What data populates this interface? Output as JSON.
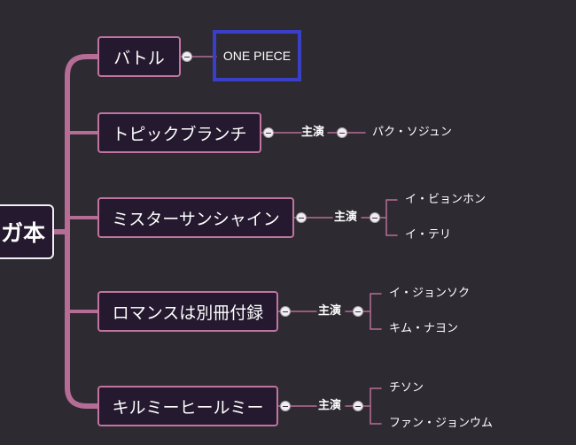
{
  "colors": {
    "background": "#2e2a32",
    "node_fill": "#24192e",
    "branch": "#c0749f",
    "connector": "#b56d96",
    "selection": "#3a3fc8"
  },
  "root": {
    "label": "ガ本"
  },
  "branches": [
    {
      "label": "バトル",
      "child": "ONE PIECE"
    },
    {
      "label": "トピックブランチ",
      "role": "主演",
      "cast": [
        "パク・ソジュン"
      ]
    },
    {
      "label": "ミスターサンシャイン",
      "role": "主演",
      "cast": [
        "イ・ビョンホン",
        "イ・テリ"
      ]
    },
    {
      "label": "ロマンスは別冊付録",
      "role": "主演",
      "cast": [
        "イ・ジョンソク",
        "キム・ナヨン"
      ]
    },
    {
      "label": "キルミーヒールミー",
      "role": "主演",
      "cast": [
        "チソン",
        "ファン・ジョンウム"
      ]
    }
  ]
}
